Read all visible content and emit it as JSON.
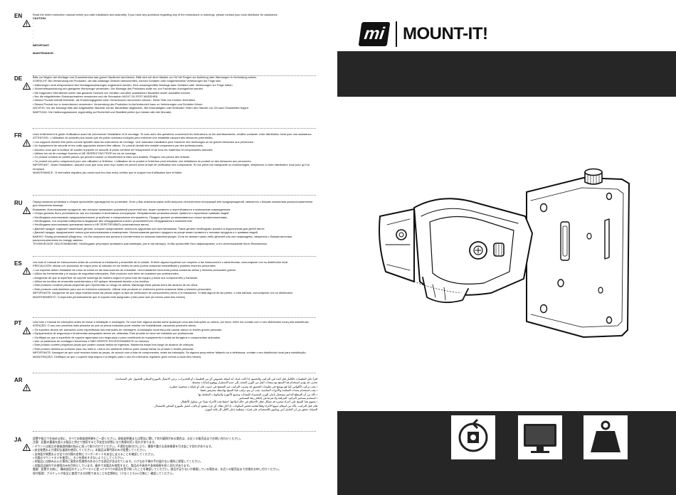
{
  "brand": {
    "mark": "mi",
    "wordmark": "MOUNT-IT!"
  },
  "sections": [
    {
      "code": "EN",
      "paragraphs": [
        "Read the entire instruction manual before you start installation and assembly. If you have any questions regarding any of the instructions or warnings, please contact your local distributor for assistance.",
        "CAUTION:",
        "-",
        "-",
        "-",
        "-",
        "-",
        "-",
        "IMPORTANT:",
        "",
        "MAINTENANCE:"
      ]
    },
    {
      "code": "DE",
      "paragraphs": [
        "Bitte vor Beginn der Montage und Zusammenbau das ganze Handbuch durchlesen. Bitte sich mit dem Händler vor Ort bei Fragen zur Anleitung oder Warnungen in Verbindung setzen.",
        "VORSICHT: Bei Verwendung mit Produkten, die das zulässige Gewicht überschreiten, können Schäden oder möglicherweise Verletzungen die Folge sein.",
        "• Halterungen nicht entsprechend den Montageanweisungen angebracht werden. Eine unsachgemäße Montage kann Schäden oder Verletzungen zur Folge haben.",
        "• Sicherheitsausrüstung und geeignete Werkzeuge verwenden. Die Montage des Produktes sollte nur von Fachleuten durchgeführt werden.",
        "• Die tragenden Oberflächen sollen das gesamte Gewicht von Geräten und allen zusätzlichen Bauteilen sicher aushalten können.",
        "• Nur die mitgelieferten Einbauschrauben verwenden und die Schrauben NICHT ZU FEST ANZIEHEN.",
        "• Dieses Produkt enthält Kleinteile, die Erstickungsgefahr beim Verschlucken hervorrufen können. Diese Teile von Kindern fernhalten.",
        "• Dieses Produkt nur in Innenräumen verwenden. Verwendung des Produktes im Außenbereich kann zu Verletzungen und Schäden führen.",
        "WICHTIG: Vor der Montage bitte alle aufgelisteten Bauteile mit der Bauteilliste abgleichen. Bei beschädigten oder fehlenden Teilen den Händler vor Ort nach Ersatzteilen fragen.",
        "WARTUNG: Die Halterungsklammer regelmäßig auf Sicherheit und Stabilität prüfen (um besten alle drei Monate)."
      ]
    },
    {
      "code": "FR",
      "paragraphs": [
        "Lisez entièrement le guide d'utilisateur avant de commencer l'installation et le montage. Si vous avez des questions concernant les instructions ou les avertissements, veuillez contacter votre distributeur local pour une assistance.",
        "ATTENTION : L'utilisation de produits plus lourds que les poids nominaux indiqués peut entraîner une instabilité causant des blessures potentielles.",
        "• Les supports doivent être joints comme spécifié dans les instructions de montage. Une mauvaise installation peut entraîner des dommages ou de graves blessures aux personnes.",
        "• Un équipement de sécurité et les outils appropriés doivent être utilisés. Ce produit devrait être installé uniquement par des professionnels.",
        "• Assurez-vous que la surface de soutien supporte en sécurité le poids combiné de l'équipement et de tous les matériaux et composantes associés.",
        "• Utilisez les vis de montage fournies et NE SERREZ PAS TROP les vis de montage.",
        "• Ce produit contient de petites pièces qui peuvent causer un étouffement si elles sont avalées. Éloignez ces pièces des enfants.",
        "• Ce produit est prévu uniquement pour une utilisation à l'intérieur. L'utilisation de ce produit à l'extérieur peut entraîner une défaillance du produit ou des blessures aux personnes.",
        "IMPORTANT : Avant l'installation, assurez-vous que vous avez reçu toutes les pièces selon la liste de vérification des composants. Si une pièce est manquante ou endommagée, téléphonez à votre distributeur local pour qu'il la remplace.",
        "MAINTENANCE : À intervalles réguliers (au moins tous les trois mois) vérifiez que le support est d'utilisation sûre et fiable."
      ]
    },
    {
      "code": "RU",
      "paragraphs": [
        "Перед началом установки и сборки прочитайте руководство по установке. Если у Вас возникли какие-либо вопросы относительно инструкций или предупреждений, свяжитесь с Вашим локальным распространителем для получения помощи.",
        "Внимание: Использование продуктов, вес которых превышает указанный расчетный вес, может привести к неустойчивости и возможным повреждениям.",
        "• Опоры должны быть установлены, как это показано в монтажных инструкциях. Неправильная установка может привести к серьезным травмам людей.",
        "• Необходимо использовать предохранительное устройство и специальные инструменты. Продукт должен устанавливаться только профессионалами.",
        "• Необходимо, что опорная поверхность выдержит вес оборудования и всего установленного оборудования и компонентов.",
        "• Необходимо использовать крепежные винты и НЕ ПЕРЕТЯГИВАТЬ установочные винты.",
        "• Данный продукт содержит маленькие детали, которые представляют опасность удушения при проглатывании. Такие детали необходимо хранить в недоступном для детей месте.",
        "• Данный продукт предназначен только для использования в помещениях. Использование данного продукта на улице может привести к поломке продукта и к травмам людей.",
        "ВАЖНО: Перед установкой убедитесь, что Вы получили все детали в соответствии со списком комплектующих. Если не хватает каких-либо деталей или они повреждены, свяжитесь с Вашим местным распространителем по поводу замены.",
        "ТЕХНИЧЕСКОЕ ОБСЛУЖИВАНИЕ: Необходимо регулярно проверять (как минимум, раз в три месяца), чтобы кронштейн был зафиксирован, а его использование было безопасным."
      ]
    },
    {
      "code": "ES",
      "paragraphs": [
        "Lea todo el manual de instrucciones antes de comenzar la instalación y ensamble de la unidad. Si tiene alguna inquietud con respecto a las instrucciones o advertencias, comuníquese con su distribuidor local.",
        "PRECAUCIÓN: utilizar con productos de mayor peso al indicado en los límites de peso podría ocasionar inestabilidad y posibles lesiones personales.",
        "• Los soportes deben instalarse tal como se indica en las instrucciones de ensamble. Una instalación incorrecta podría ocasionar daños y lesiones personales graves.",
        "• Utilice las herramientas y el equipo de seguridad adecuados. Este producto solo debe ser instalado por profesionales.",
        "• Asegúrese de que la superficie de soporte sostenga de manera segura el peso total del equipo y todos sus componentes y hardware.",
        "• Utilice los tornillos de ensamble suministrados y NO aplique demasiada tensión a los tornillos.",
        "• Este producto contiene piezas pequeñas que representan un riesgo de asfixia. Mantenga estas piezas fuera del alcance de los niños.",
        "• Este producto está diseñado para uso en interiores solamente. Utilizar este producto en exteriores podría ocasionar fallas y lesiones personales.",
        "IMPORTANTE: Asegúrese de que haya recibido todas las piezas según la lista de verificación de componentes previo a la instalación. Si falta alguna de las partes, o está dañada, comuníquese con su distribuidor.",
        "MANTENIMIENTO: Compruebe periódicamente que el soporte esté asegurado y listo para usar (al menos cada tres meses)."
      ]
    },
    {
      "code": "PT",
      "paragraphs": [
        "Leia todo o manual de instruções antes de iniciar a instalação e montagem. Se você tiver alguma dúvida sobre quaisquer uma das instruções ou avisos, por favor, entre em contato com o seu distribuidor local para assistência.",
        "ATENÇÃO: O uso com produtos mais pesados do que os pesos indicados pode resultar em instabilidade, causando possíveis danos.",
        "• Os suportes devem ser anexados como especificado nas instruções de montagem. A instalação incorreta pode causar danos ou lesões graves pessoais.",
        "• Equipamentos de segurança e ferramentas adequadas devem ser utilizadas. Este produto só deve ser instalado por profissionais.",
        "• Certifique-se que a superfície de suporte aguentará com segurança o peso combinado do equipamento e todas as ferragens e componentes anexados.",
        "• Use os parafusos de montagem fornecidos e NÃO APERTE EXCESSIVAMENTE os mesmos.",
        "• Este produto contém pequenas peças que podem causar asfixia se ingeridas. Mantenha essas fora longe do alcance de crianças.",
        "• Este produto destina-se somente para uso interno. Usá-lo em ambiente externo pode causar falhas no produto e lesões pessoais.",
        "IMPORTANTE: Assegure-se que você recebeu todas as peças, de acordo com a lista de componentes, antes da instalação. Se alguma peça estiver faltando ou à defeituosa, contate o seu distribuidor local para substituição.",
        "MANUTENÇÃO: Certifique-se que o suporte seja seguro e protegido para o uso em intervalos regulares (pelo menos a cada três meses)."
      ]
    },
    {
      "code": "AR",
      "paragraphs": [
        "اقرأ دليل التعليمات بالكامل قبل البدء في التركيب والتجميع. إذا كانت لديك أية أسئلة بخصوص أي من التعليمات أو التحذيرات، يرجى الاتصال بالموزع المحلي للحصول على المساعدة.",
        "تحذير: قد يؤدي استخدام هذا المنتج مع منتجات أثقل من الوزن المحدد إلى عدم الاستقرار ووقوع إصابات محتملة.",
        "• يجب تركيب الأقواس كما هو موضح في تعليمات التجميع. قد يتسبب التركيب غير الصحيح في حدوث تلف أو إصابات شخصية خطيرة.",
        "• يجب استخدام معدات السلامة والأدوات المناسبة. يجب أن يتم تركيب هذا المنتج بواسطة محترفين فقط.",
        "• تأكد من أن السطح الداعم سيتحمل بأمان الوزن المشترك للمعدات وجميع الأجهزة والمكونات الملحقة بها.",
        "• استخدم مسامير التركيب المرفقة ولا تفرط في إحكام ربط المسامير.",
        "• يحتوي هذا المنتج على أجزاء صغيرة قد تشكل خطر الاختناق في حالة ابتلاعها. احفظ هذه الأجزاء بعيدًا عن متناول الأطفال.",
        "هام: قبل التركيب، تأكد من استلام جميع الأجزاء وفقًا لقائمة فحص المكونات. إذا كان هناك أي جزء مفقود أو تالف، اتصل بالموزع المحلي للاستبدال.",
        "الصيانة: تحقق من أن الحامل آمن ومأمون للاستخدام على فترات منتظمة (على الأقل كل ثلاثة أشهر)."
      ]
    },
    {
      "code": "JA",
      "paragraphs": [
        "設置や組立てを始める前に、すべての取扱説明書をご一読ください。取扱説明書または警告に関して何か疑問がある場合は、お近くの販売店までお問い合わせください。",
        "注意：記載の重量を超える製品と併せて使用すると不安定な状態になり負傷を招く恐れがあります。",
        "• マウントは組立の取扱説明書の指示に従って取り付けてください。不適切な取付けにより、損傷や重大な身体傷害を引き起こす恐れがあります。",
        "• 安全装置および適切な道具を使用してください。本製品は専門家のみが設置してください。",
        "• 支持面が装置および全ての付属の金物とコンポーネントを安全に支えることを確認してください。",
        "• 付属のマウントネジを使用し、ネジを締めすぎないようにしてください。",
        "• 本製品には飲み込んだ場合に窒息の危険性のある小さな部品が含まれています。小さなお子様の手の届かない場所に保管してください。",
        "• 本製品は屋内での使用のみを目的としています。屋外で本製品を使用すると、製品の不具合や身体傷害を招く恐れがあります。",
        "重要：設置する前に、構成部品のチェックリストに従ってすべての部品を受け取ったことを確認してください。部品が足りないか損傷している場合は、お近くの販売店まで交換をお申し付けください。",
        "保守管理：ブラケットが安全に使用できる状態であることを定期的に（少なくとも3ヶ月毎に）確認してください。"
      ]
    }
  ],
  "icons": {
    "warning": "warning-triangle-icon",
    "footer": [
      "tilt-swivel-rotate-icon",
      "monitor-icon",
      "weight-capacity-icon"
    ]
  },
  "colors": {
    "panel": "#262626",
    "text": "#111111",
    "rule": "#888888"
  }
}
